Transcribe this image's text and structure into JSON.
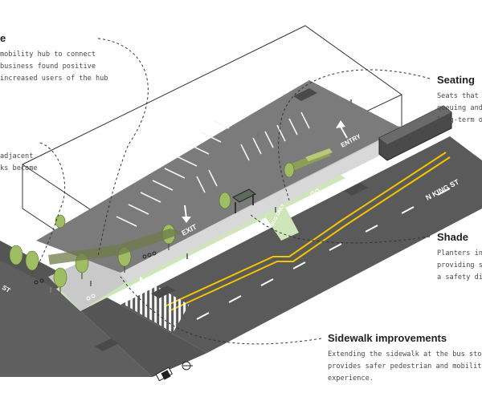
{
  "callouts": {
    "mobility_hub": {
      "title": "e",
      "lines": [
        "mobility hub to connect",
        "business  found positive",
        "increased users of the hub"
      ]
    },
    "adjacent": {
      "lines": [
        "adjacent",
        "ks become"
      ]
    },
    "seating": {
      "title": "Seating",
      "lines": [
        "Seats that pr",
        "queuing and",
        "long-term occ"
      ]
    },
    "shade": {
      "title": "Shade",
      "lines": [
        "Planters in th",
        "providing sha",
        "a safety divid"
      ]
    },
    "sidewalk": {
      "title": "Sidewalk improvements",
      "lines": [
        "Extending the sidewalk at the bus stop",
        "provides safer pedestrian and mobility",
        "experience."
      ]
    }
  },
  "map_labels": {
    "entry": "ENTRY",
    "exit": "EXIT",
    "street": "N KING ST",
    "bus_only": "BUS ONLY",
    "cross_street": "ST"
  },
  "colors": {
    "green_lane": "#cfe6b9",
    "yellow_line": "#f2c500",
    "asphalt": "#5a5a5a",
    "parking_lot": "#7b7b7b",
    "sidewalk": "#c8c8c8",
    "tree": "#9fbd63"
  }
}
